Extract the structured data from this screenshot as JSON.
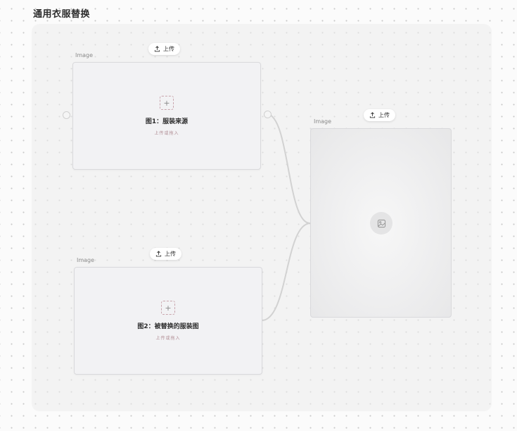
{
  "page": {
    "title": "通用衣服替换"
  },
  "nodes": [
    {
      "label": "Image",
      "upload_label": "上传",
      "title": "图1：服装来源",
      "hint": "上传或拖入",
      "icon": "plus-icon"
    },
    {
      "label": "Image",
      "upload_label": "上传",
      "title": "图2：被替换的服装图",
      "hint": "上传或拖入",
      "icon": "plus-icon"
    },
    {
      "label": "Image",
      "upload_label": "上传",
      "icon": "image-placeholder-icon"
    }
  ],
  "colors": {
    "card_bg": "#f2f2f4",
    "card_border": "#d9d9dc",
    "dashed_accent": "#c9a5ad",
    "edge": "#d2d2d2"
  }
}
